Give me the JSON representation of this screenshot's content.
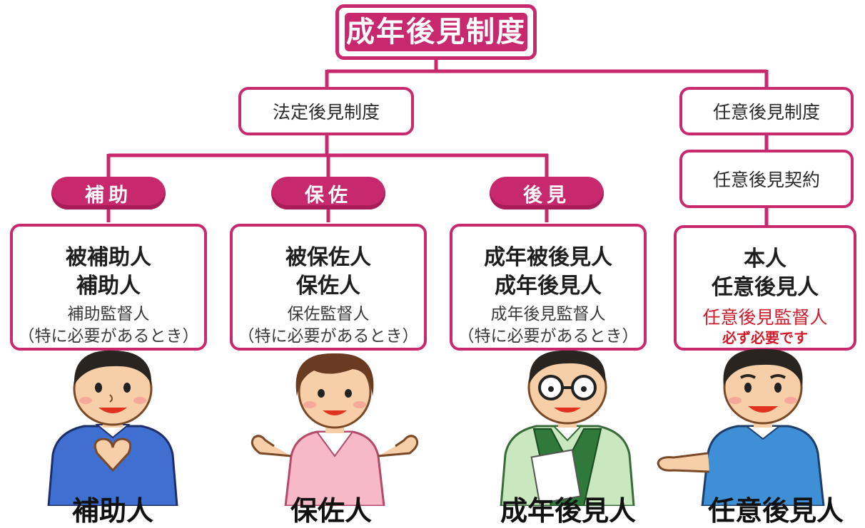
{
  "title": "成年後見制度",
  "legal_system": "法定後見制度",
  "voluntary_system": "任意後見制度",
  "voluntary_contract": "任意後見契約",
  "types": [
    {
      "pill": "補助",
      "main": [
        "被補助人",
        "補助人"
      ],
      "sub": [
        "補助監督人",
        "（特に必要があるとき）"
      ],
      "caption": "補助人"
    },
    {
      "pill": "保佐",
      "main": [
        "被保佐人",
        "保佐人"
      ],
      "sub": [
        "保佐監督人",
        "（特に必要があるとき）"
      ],
      "caption": "保佐人"
    },
    {
      "pill": "後見",
      "main": [
        "成年被後見人",
        "成年後見人"
      ],
      "sub": [
        "成年後見監督人",
        "（特に必要があるとき）"
      ],
      "caption": "成年後見人"
    }
  ],
  "voluntary_role": {
    "main": [
      "本人",
      "任意後見人"
    ],
    "sub": "任意後見監督人",
    "note": "必ず必要です",
    "caption": "任意後見人"
  },
  "colors": {
    "accent": "#c8286e",
    "warning_text": "#d11a2a"
  }
}
